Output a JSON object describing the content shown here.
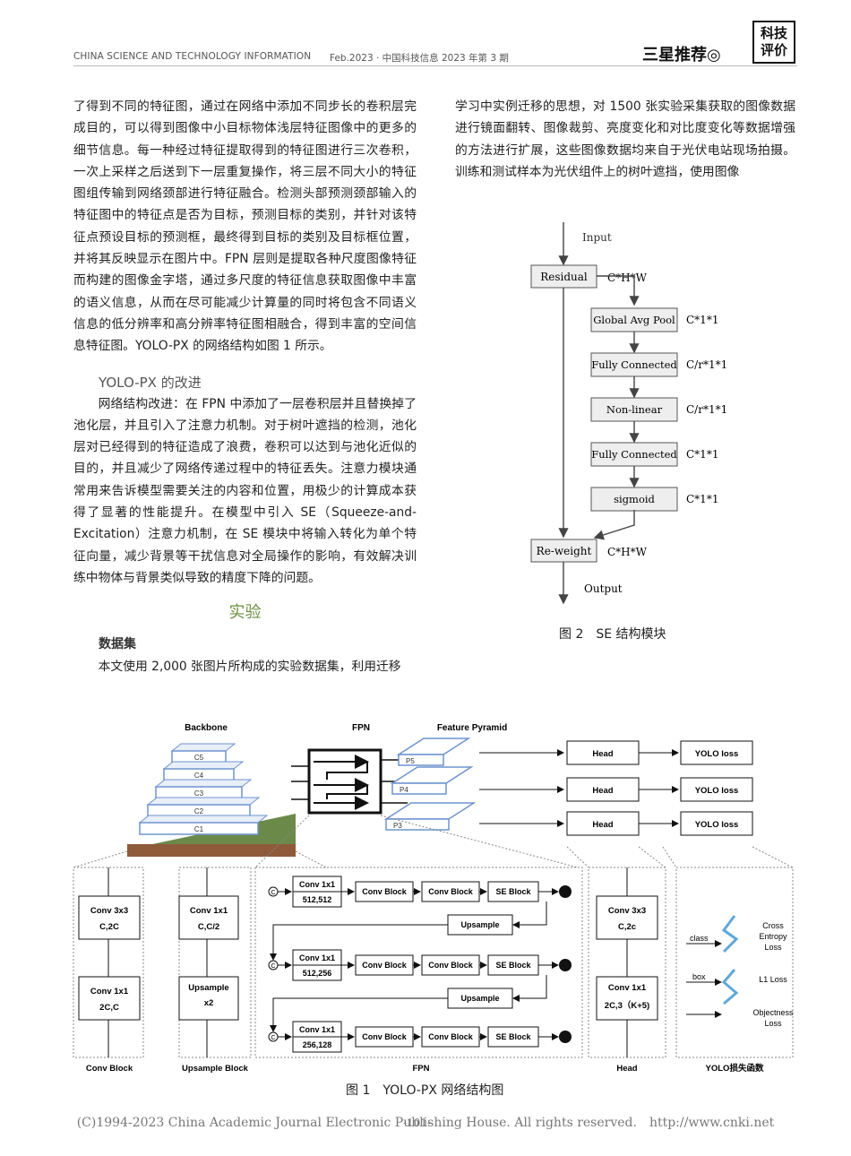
{
  "header": {
    "journal_en": "CHINA SCIENCE AND TECHNOLOGY INFORMATION",
    "issue": "Feb.2023 · 中国科技信息 2023 年第 3 期",
    "column_title": "三星推荐◎",
    "badge_line1": "科技",
    "badge_line2": "评价"
  },
  "left_column": {
    "para1": "了得到不同的特征图，通过在网络中添加不同步长的卷积层完成目的，可以得到图像中小目标物体浅层特征图像中的更多的细节信息。每一种经过特征提取得到的特征图进行三次卷积，一次上采样之后送到下一层重复操作，将三层不同大小的特征图组传输到网络颈部进行特征融合。检测头部预测颈部输入的特征图中的特征点是否为目标，预测目标的类别，并针对该特征点预设目标的预测框，最终得到目标的类别及目标框位置，并将其反映显示在图片中。FPN 层则是提取各种尺度图像特征而构建的图像金字塔，通过多尺度的特征信息获取图像中丰富的语义信息，从而在尽可能减少计算量的同时将包含不同语义信息的低分辨率和高分辨率特征图相融合，得到丰富的空间信息特征图。YOLO-PX 的网络结构如图 1 所示。",
    "subhead": "YOLO-PX 的改进",
    "para2": "网络结构改进：在 FPN 中添加了一层卷积层并且替换掉了池化层，并且引入了注意力机制。对于树叶遮挡的检测，池化层对已经得到的特征造成了浪费，卷积可以达到与池化近似的目的，并且减少了网络传递过程中的特征丢失。注意力模块通常用来告诉模型需要关注的内容和位置，用极少的计算成本获得了显著的性能提升。在模型中引入 SE（Squeeze-and-Excitation）注意力机制，在 SE 模块中将输入转化为单个特征向量，减少背景等干扰信息对全局操作的影响，有效解决训练中物体与背景类似导致的精度下降的问题。",
    "section": "实验",
    "dataset_head": "数据集",
    "para3": "本文使用 2,000 张图片所构成的实验数据集，利用迁移"
  },
  "right_column": {
    "para1": "学习中实例迁移的思想，对 1500 张实验采集获取的图像数据进行镜面翻转、图像裁剪、亮度变化和对比度变化等数据增强的方法进行扩展，这些图像数据均来自于光伏电站现场拍摄。训练和测试样本为光伏组件上的树叶遮挡，使用图像"
  },
  "fig2": {
    "caption": "图 2　SE 结构模块",
    "input": "Input",
    "output": "Output",
    "residual": "Residual",
    "residual_dim": "C*H*W",
    "blocks": [
      {
        "label": "Global Avg Pool",
        "dim": "C*1*1"
      },
      {
        "label": "Fully Connected",
        "dim": "C/r*1*1"
      },
      {
        "label": "Non-linear",
        "dim": "C/r*1*1"
      },
      {
        "label": "Fully Connected",
        "dim": "C*1*1"
      },
      {
        "label": "sigmoid",
        "dim": "C*1*1"
      }
    ],
    "reweight": "Re-weight",
    "reweight_dim": "C*H*W"
  },
  "fig1": {
    "caption": "图 1　YOLO-PX 网络结构图",
    "top_labels": {
      "backbone": "Backbone",
      "fpn": "FPN",
      "pyramid": "Feature Pyramid"
    },
    "backbone_layers": [
      "C5",
      "C4",
      "C3",
      "C2",
      "C1"
    ],
    "pyramid_layers": [
      "P5",
      "P4",
      "P3"
    ],
    "head": "Head",
    "loss": "YOLO loss",
    "conv_block": {
      "box1_l1": "Conv 3x3",
      "box1_l2": "C,2C",
      "box2_l1": "Conv 1x1",
      "box2_l2": "2C,C",
      "title": "Conv Block"
    },
    "upsample_block": {
      "box1_l1": "Conv 1x1",
      "box1_l2": "C,C/2",
      "box2_l1": "Upsample",
      "box2_l2": "x2",
      "title": "Upsample Block"
    },
    "fpn_detail": {
      "rows": [
        {
          "conv": "Conv 1x1",
          "dims": "512,512"
        },
        {
          "conv": "Conv 1x1",
          "dims": "512,256"
        },
        {
          "conv": "Conv 1x1",
          "dims": "256,128"
        }
      ],
      "conv_block": "Conv Block",
      "se_block": "SE Block",
      "upsample": "Upsample",
      "concat": "C",
      "title": "FPN"
    },
    "head_detail": {
      "box1_l1": "Conv 3x3",
      "box1_l2": "C,2c",
      "box2_l1": "Conv 1x1",
      "box2_l2": "2C,3（K+5)",
      "title": "Head"
    },
    "loss_detail": {
      "class": "class",
      "box": "box",
      "ce1": "Cross",
      "ce2": "Entropy",
      "ce3": "Loss",
      "l1": "L1 Loss",
      "obj1": "Objectness",
      "obj2": "Loss",
      "title": "YOLO损失函数"
    }
  },
  "footer": "(C)1994-2023 China Academic Journal Electronic Publishing House. All rights reserved.　http://www.cnki.net",
  "page_number": "-101-"
}
